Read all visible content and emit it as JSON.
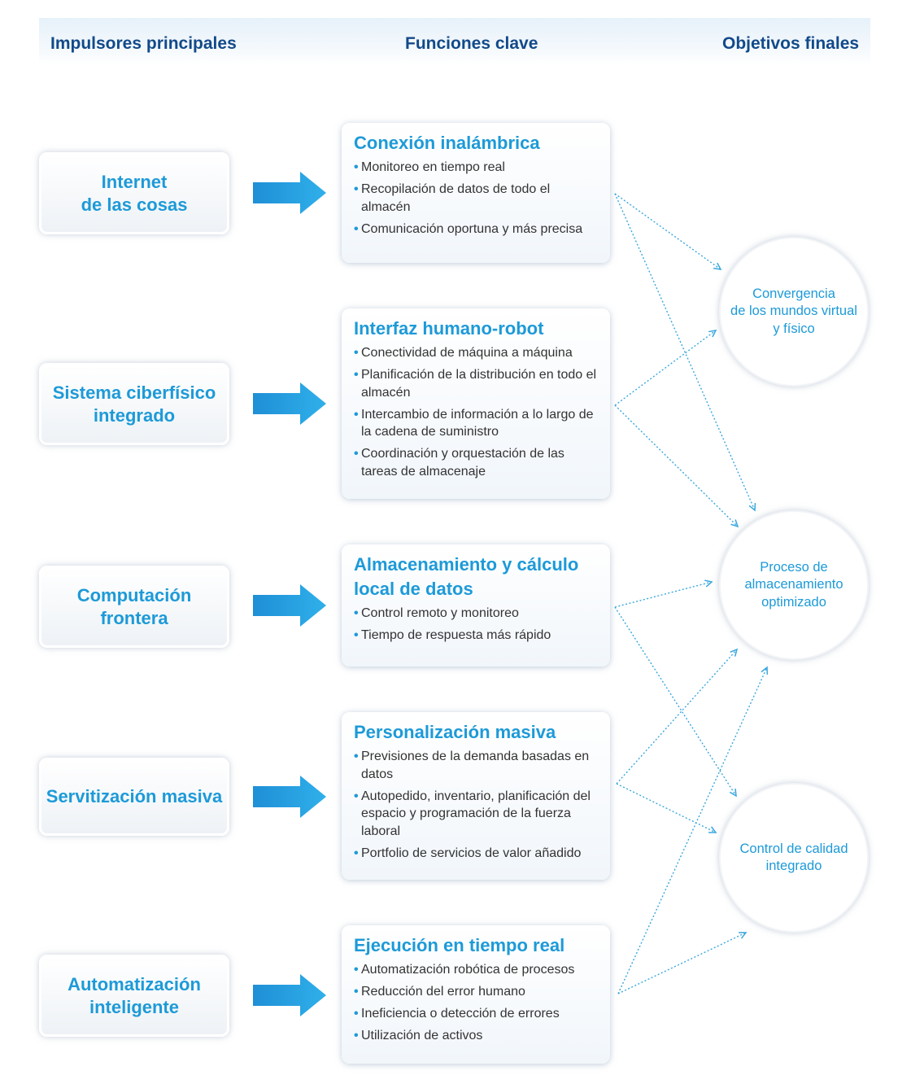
{
  "headers": {
    "drivers": "Impulsores principales",
    "functions": "Funciones clave",
    "goals": "Objetivos finales"
  },
  "drivers": [
    {
      "line1": "Internet",
      "line2": "de las cosas"
    },
    {
      "line1": "Sistema ciberfísico",
      "line2": "integrado"
    },
    {
      "line1": "Computación",
      "line2": "frontera"
    },
    {
      "line1": "Servitización masiva",
      "line2": ""
    },
    {
      "line1": "Automatización",
      "line2": "inteligente"
    }
  ],
  "functions": [
    {
      "title_line1": "Conexión inalámbrica",
      "title_line2": "",
      "items": [
        "Monitoreo en tiempo real",
        "Recopilación de datos de todo el almacén",
        "Comunicación oportuna y más precisa"
      ]
    },
    {
      "title_line1": "Interfaz humano-robot",
      "title_line2": "",
      "items": [
        "Conectividad de máquina a máquina",
        "Planificación de la distribución en todo el almacén",
        "Intercambio de información a lo largo de la cadena de suministro",
        "Coordinación y orquestación de las tareas de almacenaje"
      ]
    },
    {
      "title_line1": "Almacenamiento y cálculo",
      "title_line2": "local de datos",
      "items": [
        "Control remoto y monitoreo",
        "Tiempo de respuesta más rápido"
      ]
    },
    {
      "title_line1": "Personalización masiva",
      "title_line2": "",
      "items": [
        "Previsiones de la demanda basadas en datos",
        "Autopedido, inventario, planificación del espacio y programación de la fuerza laboral",
        "Portfolio de servicios de valor añadido"
      ]
    },
    {
      "title_line1": "Ejecución en tiempo real",
      "title_line2": "",
      "items": [
        "Automatización robótica de procesos",
        "Reducción del error humano",
        "Ineficiencia o detección de errores",
        "Utilización de activos"
      ]
    }
  ],
  "goals": [
    {
      "line1": "Convergencia",
      "line2": "de los mundos virtual",
      "line3": "y físico"
    },
    {
      "line1": "Proceso de",
      "line2": "almacenamiento",
      "line3": "optimizado"
    },
    {
      "line1": "Control de calidad",
      "line2": "integrado",
      "line3": ""
    }
  ],
  "connections": [
    {
      "from": 0,
      "to": 0
    },
    {
      "from": 0,
      "to": 1
    },
    {
      "from": 1,
      "to": 0
    },
    {
      "from": 1,
      "to": 1
    },
    {
      "from": 2,
      "to": 1
    },
    {
      "from": 2,
      "to": 2
    },
    {
      "from": 3,
      "to": 1
    },
    {
      "from": 3,
      "to": 2
    },
    {
      "from": 4,
      "to": 1
    },
    {
      "from": 4,
      "to": 2
    }
  ],
  "colors": {
    "accent": "#1d9ad8",
    "header_text": "#124a8a",
    "body_text": "#333333",
    "link": "#3aa7de"
  }
}
